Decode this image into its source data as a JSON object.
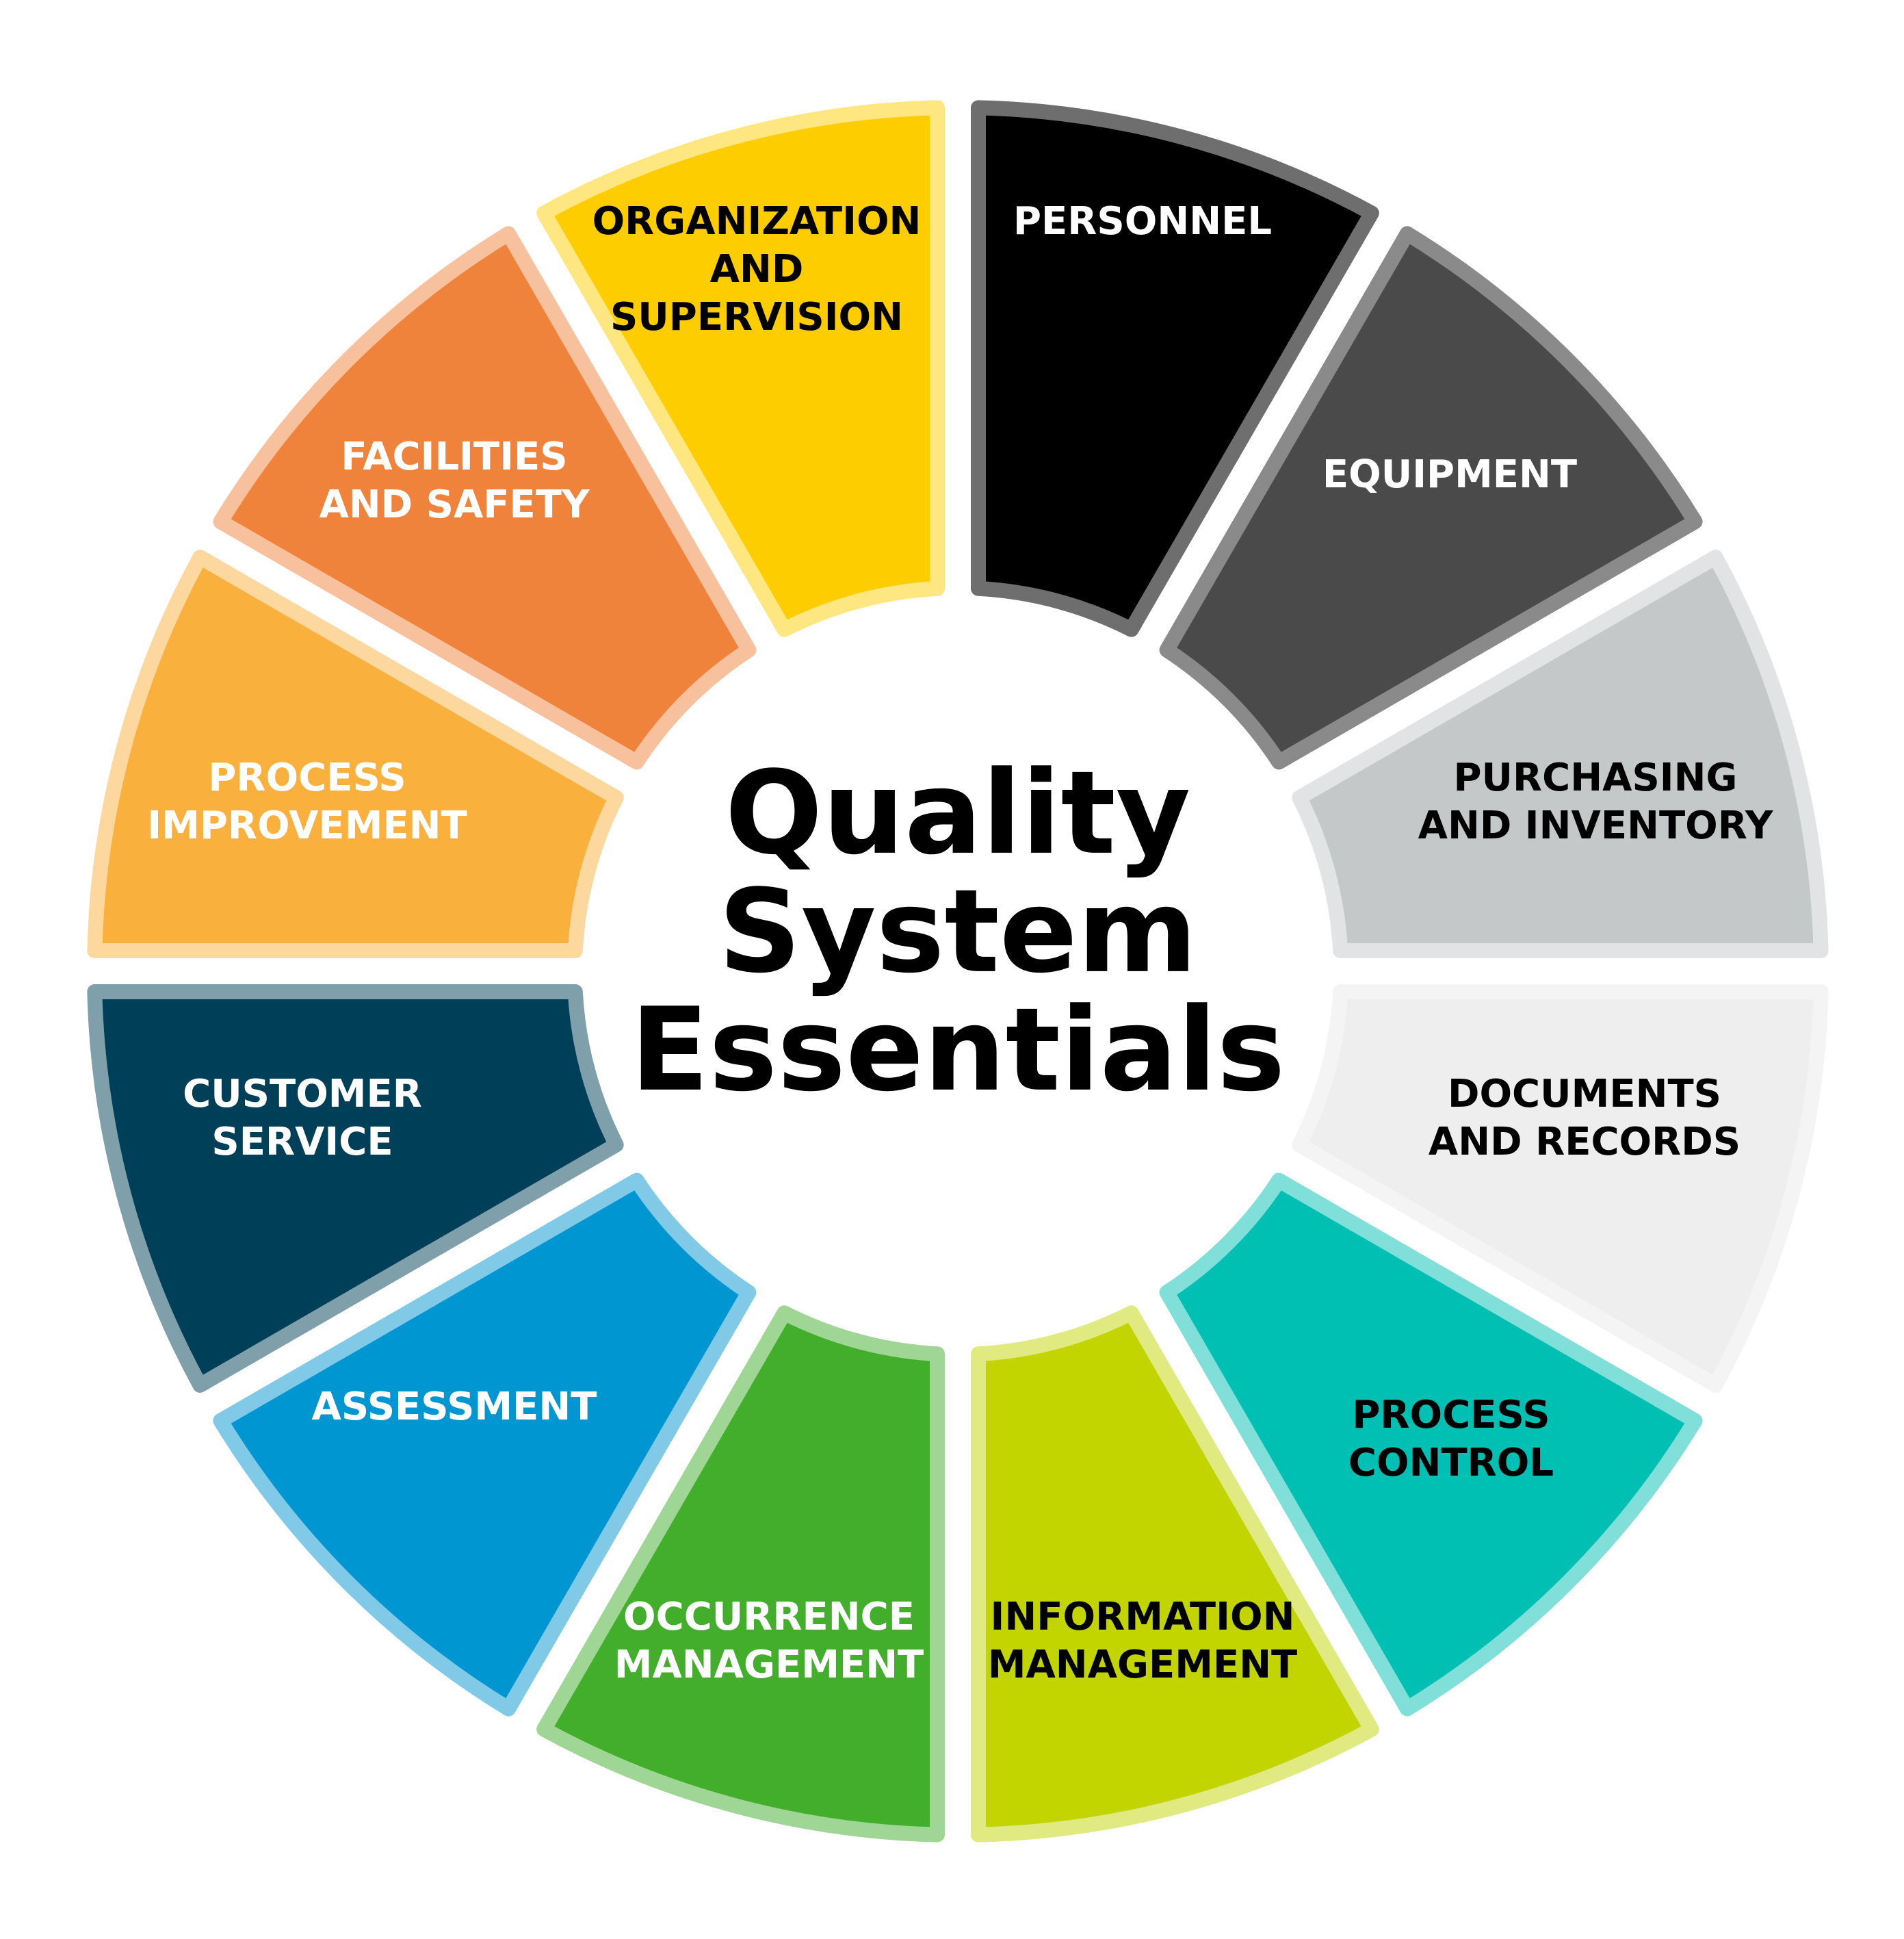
{
  "title": {
    "lines": [
      "Quality",
      "System",
      "Essentials"
    ]
  },
  "segments": [
    {
      "lines": [
        "PERSONNEL"
      ],
      "fill": "#000000",
      "halo": "#6e6e6e",
      "text": "#ffffff"
    },
    {
      "lines": [
        "EQUIPMENT"
      ],
      "fill": "#4a4a4a",
      "halo": "#8a8a8a",
      "text": "#ffffff"
    },
    {
      "lines": [
        "PURCHASING",
        "AND INVENTORY"
      ],
      "fill": "#c5c8c9",
      "halo": "#e2e3e4",
      "text": "#000000"
    },
    {
      "lines": [
        "DOCUMENTS",
        "AND RECORDS"
      ],
      "fill": "#eeeeee",
      "halo": "#f4f4f4",
      "text": "#000000"
    },
    {
      "lines": [
        "PROCESS",
        "CONTROL"
      ],
      "fill": "#00bfb3",
      "halo": "#80dfd9",
      "text": "#000000"
    },
    {
      "lines": [
        "INFORMATION",
        "MANAGEMENT"
      ],
      "fill": "#c2d500",
      "halo": "#e0ea80",
      "text": "#000000"
    },
    {
      "lines": [
        "OCCURRENCE",
        "MANAGEMENT"
      ],
      "fill": "#42ae2c",
      "halo": "#a0d695",
      "text": "#ffffff"
    },
    {
      "lines": [
        "ASSESSMENT"
      ],
      "fill": "#0096d1",
      "halo": "#80cae8",
      "text": "#ffffff"
    },
    {
      "lines": [
        "CUSTOMER",
        "SERVICE"
      ],
      "fill": "#003f58",
      "halo": "#7f9fab",
      "text": "#ffffff"
    },
    {
      "lines": [
        "PROCESS",
        "IMPROVEMENT"
      ],
      "fill": "#f9b03d",
      "halo": "#fcd79e",
      "text": "#ffffff"
    },
    {
      "lines": [
        "FACILITIES",
        "AND SAFETY"
      ],
      "fill": "#f0833c",
      "halo": "#f7c19d",
      "text": "#ffffff"
    },
    {
      "lines": [
        "ORGANIZATION",
        "AND",
        "SUPERVISION"
      ],
      "fill": "#fecd00",
      "halo": "#fee680",
      "text": "#000000"
    }
  ]
}
